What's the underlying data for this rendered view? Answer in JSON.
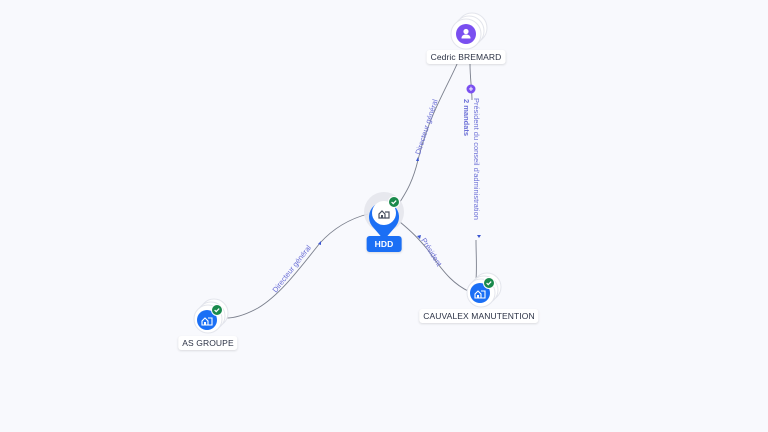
{
  "colors": {
    "background": "#f8f9fd",
    "company_blue": "#1b6ff5",
    "person_purple": "#7a4ff0",
    "check_green": "#1a8a4c",
    "edge_gray": "#7a7f8c",
    "edge_label": "#6b6fd6"
  },
  "nodes": [
    {
      "id": "hdd",
      "label": "HDD",
      "type": "company",
      "icon": "building-icon",
      "verified": true,
      "primary": true
    },
    {
      "id": "cedric",
      "label": "Cedric BREMARD",
      "type": "person",
      "icon": "person-icon",
      "verified": false
    },
    {
      "id": "cauvalex",
      "label": "CAUVALEX MANUTENTION",
      "type": "company",
      "icon": "building-icon",
      "verified": true
    },
    {
      "id": "asgroupe",
      "label": "AS GROUPE",
      "type": "company",
      "icon": "building-icon",
      "verified": true
    }
  ],
  "edges": [
    {
      "from": "cedric",
      "to": "hdd",
      "label": "Directeur général"
    },
    {
      "from": "cedric",
      "to": "cauvalex",
      "label": "Président du conseil d'administration",
      "extra": "2 mandats",
      "badge": "+"
    },
    {
      "from": "hdd",
      "to": "cauvalex",
      "label": "Président"
    },
    {
      "from": "hdd",
      "to": "asgroupe",
      "label": "Directeur général"
    }
  ]
}
